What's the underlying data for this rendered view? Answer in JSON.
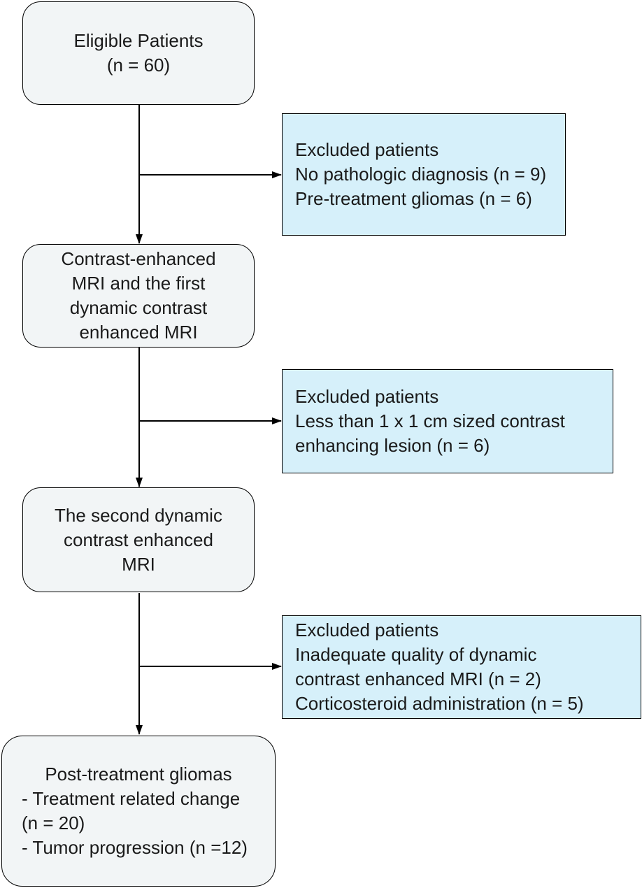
{
  "colors": {
    "step_fill": "#f2f5f6",
    "exclusion_fill": "#d6f0fa",
    "stroke": "#000000"
  },
  "steps": [
    {
      "lines": [
        "Eligible Patients",
        "(n = 60)"
      ]
    },
    {
      "lines": [
        "Contrast-enhanced",
        "MRI and the first",
        "dynamic contrast",
        "enhanced MRI"
      ]
    },
    {
      "lines": [
        "The second dynamic",
        "contrast enhanced",
        "MRI"
      ]
    }
  ],
  "exclusions": [
    {
      "title": "Excluded patients",
      "lines": [
        "No pathologic diagnosis (n = 9)",
        "Pre-treatment gliomas (n = 6)"
      ]
    },
    {
      "title": "Excluded patients",
      "lines": [
        "Less than 1 x 1 cm sized contrast",
        "enhancing lesion (n  = 6)"
      ]
    },
    {
      "title": "Excluded patients",
      "lines": [
        "Inadequate quality of dynamic",
        "contrast enhanced MRI (n = 2)",
        "Corticosteroid administration (n = 5)"
      ]
    }
  ],
  "final": {
    "title": "Post-treatment gliomas",
    "lines": [
      "- Treatment related change",
      "(n = 20)",
      "- Tumor progression (n =12)"
    ]
  }
}
